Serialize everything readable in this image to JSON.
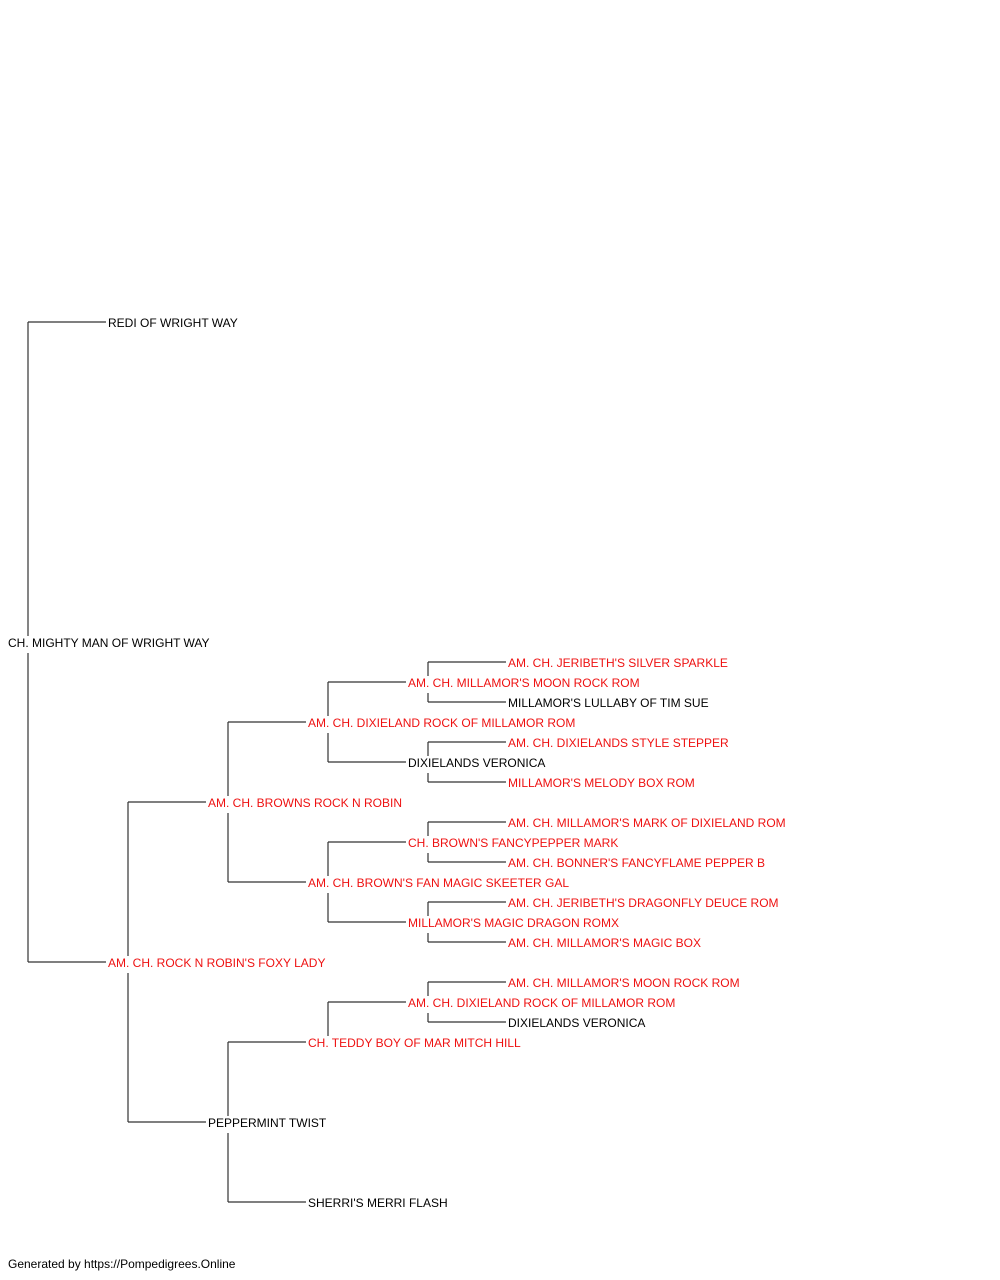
{
  "colors": {
    "champion": "#ee1111",
    "normal": "#000000",
    "line": "#333333"
  },
  "footer": "Generated by https://Pompedigrees.Online",
  "pedigree": [
    {
      "id": "subject",
      "name": "CH. MIGHTY MAN OF WRIGHT WAY",
      "champion": false,
      "parent": null
    },
    {
      "id": "sire",
      "name": "REDI OF WRIGHT WAY",
      "champion": false,
      "parent": "subject"
    },
    {
      "id": "dam",
      "name": "AM. CH. ROCK N ROBIN'S FOXY LADY",
      "champion": true,
      "parent": "subject"
    },
    {
      "id": "dam-sire",
      "name": "AM. CH. BROWNS ROCK N ROBIN",
      "champion": true,
      "parent": "dam"
    },
    {
      "id": "dam-dam",
      "name": "PEPPERMINT TWIST",
      "champion": false,
      "parent": "dam"
    },
    {
      "id": "dss",
      "name": "AM. CH. DIXIELAND ROCK OF MILLAMOR ROM",
      "champion": true,
      "parent": "dam-sire"
    },
    {
      "id": "dsd",
      "name": "AM. CH. BROWN'S FAN MAGIC SKEETER GAL",
      "champion": true,
      "parent": "dam-sire"
    },
    {
      "id": "dds",
      "name": "CH. TEDDY BOY OF MAR MITCH HILL",
      "champion": true,
      "parent": "dam-dam"
    },
    {
      "id": "ddd",
      "name": "SHERRI'S MERRI FLASH",
      "champion": false,
      "parent": "dam-dam"
    },
    {
      "id": "dsss",
      "name": "AM. CH. MILLAMOR'S MOON ROCK ROM",
      "champion": true,
      "parent": "dss"
    },
    {
      "id": "dssd",
      "name": "DIXIELANDS VERONICA",
      "champion": false,
      "parent": "dss"
    },
    {
      "id": "dsds",
      "name": "CH. BROWN'S FANCYPEPPER MARK",
      "champion": true,
      "parent": "dsd"
    },
    {
      "id": "dsdd",
      "name": "MILLAMOR'S MAGIC DRAGON ROMX",
      "champion": true,
      "parent": "dsd"
    },
    {
      "id": "ddss",
      "name": "AM. CH. DIXIELAND ROCK OF MILLAMOR ROM",
      "champion": true,
      "parent": "dds"
    },
    {
      "id": "dssss",
      "name": "AM. CH. JERIBETH'S SILVER SPARKLE",
      "champion": true,
      "parent": "dsss"
    },
    {
      "id": "dsssd",
      "name": "MILLAMOR'S LULLABY OF TIM SUE",
      "champion": false,
      "parent": "dsss"
    },
    {
      "id": "dssds",
      "name": "AM. CH. DIXIELANDS STYLE STEPPER",
      "champion": true,
      "parent": "dssd"
    },
    {
      "id": "dssdd",
      "name": "MILLAMOR'S MELODY BOX ROM",
      "champion": true,
      "parent": "dssd"
    },
    {
      "id": "dsdss",
      "name": "AM. CH. MILLAMOR'S MARK OF DIXIELAND ROM",
      "champion": true,
      "parent": "dsds"
    },
    {
      "id": "dsdsd",
      "name": "AM. CH. BONNER'S FANCYFLAME PEPPER B",
      "champion": true,
      "parent": "dsds"
    },
    {
      "id": "dsdds",
      "name": "AM. CH. JERIBETH'S DRAGONFLY DEUCE ROM",
      "champion": true,
      "parent": "dsdd"
    },
    {
      "id": "dsddd",
      "name": "AM. CH. MILLAMOR'S MAGIC BOX",
      "champion": true,
      "parent": "dsdd"
    },
    {
      "id": "ddsss",
      "name": "AM. CH. MILLAMOR'S MOON ROCK ROM",
      "champion": true,
      "parent": "ddss"
    },
    {
      "id": "ddssd",
      "name": "DIXIELANDS VERONICA",
      "champion": false,
      "parent": "ddss"
    }
  ]
}
